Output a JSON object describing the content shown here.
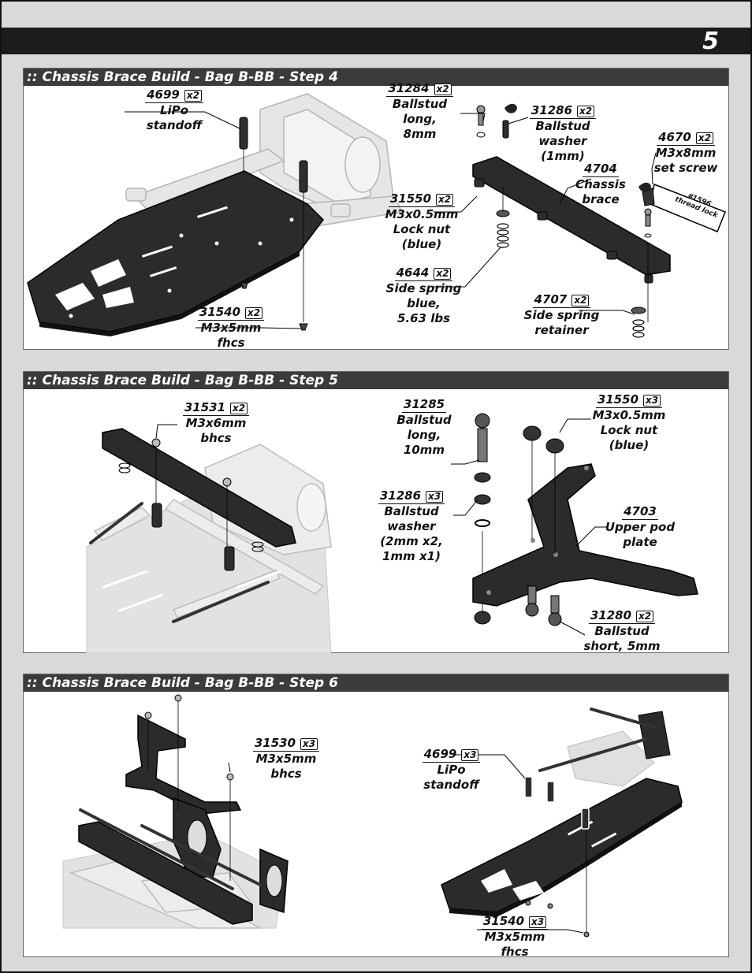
{
  "page": {
    "number": "5"
  },
  "steps": [
    {
      "header": ":: Chassis Brace Build - Bag B-BB - Step 4",
      "callouts": [
        {
          "part": "4699",
          "qty": "x2",
          "lines": [
            "LiPo",
            "standoff"
          ]
        },
        {
          "part": "31284",
          "qty": "x2",
          "lines": [
            "Ballstud",
            "long,",
            "8mm"
          ]
        },
        {
          "part": "31286",
          "qty": "x2",
          "lines": [
            "Ballstud",
            "washer",
            "(1mm)"
          ]
        },
        {
          "part": "4670",
          "qty": "x2",
          "lines": [
            "M3x8mm",
            "set screw"
          ]
        },
        {
          "part": "4704",
          "qty": "",
          "lines": [
            "Chassis",
            "brace"
          ]
        },
        {
          "part": "31550",
          "qty": "x2",
          "lines": [
            "M3x0.5mm",
            "Lock nut",
            "(blue)"
          ]
        },
        {
          "part": "4644",
          "qty": "x2",
          "lines": [
            "Side spring",
            "blue,",
            "5.63 lbs"
          ]
        },
        {
          "part": "4707",
          "qty": "x2",
          "lines": [
            "Side spring",
            "retainer"
          ]
        },
        {
          "part": "31540",
          "qty": "x2",
          "lines": [
            "M3x5mm",
            "fhcs"
          ]
        }
      ],
      "thread_lock": {
        "line1": "#1596",
        "line2": "thread lock"
      }
    },
    {
      "header": ":: Chassis Brace Build - Bag B-BB - Step 5",
      "callouts": [
        {
          "part": "31531",
          "qty": "x2",
          "lines": [
            "M3x6mm",
            "bhcs"
          ]
        },
        {
          "part": "31285",
          "qty": "",
          "lines": [
            "Ballstud",
            "long,",
            "10mm"
          ]
        },
        {
          "part": "31550",
          "qty": "x3",
          "lines": [
            "M3x0.5mm",
            "Lock nut",
            "(blue)"
          ]
        },
        {
          "part": "31286",
          "qty": "x3",
          "lines": [
            "Ballstud",
            "washer",
            "(2mm x2,",
            "1mm x1)"
          ]
        },
        {
          "part": "4703",
          "qty": "",
          "lines": [
            "Upper pod",
            "plate"
          ]
        },
        {
          "part": "31280",
          "qty": "x2",
          "lines": [
            "Ballstud",
            "short, 5mm"
          ]
        }
      ]
    },
    {
      "header": ":: Chassis Brace Build - Bag B-BB - Step 6",
      "callouts": [
        {
          "part": "31530",
          "qty": "x3",
          "lines": [
            "M3x5mm",
            "bhcs"
          ]
        },
        {
          "part": "4699",
          "qty": "x3",
          "lines": [
            "LiPo",
            "standoff"
          ]
        },
        {
          "part": "31540",
          "qty": "x3",
          "lines": [
            "M3x5mm",
            "fhcs"
          ]
        }
      ]
    }
  ]
}
